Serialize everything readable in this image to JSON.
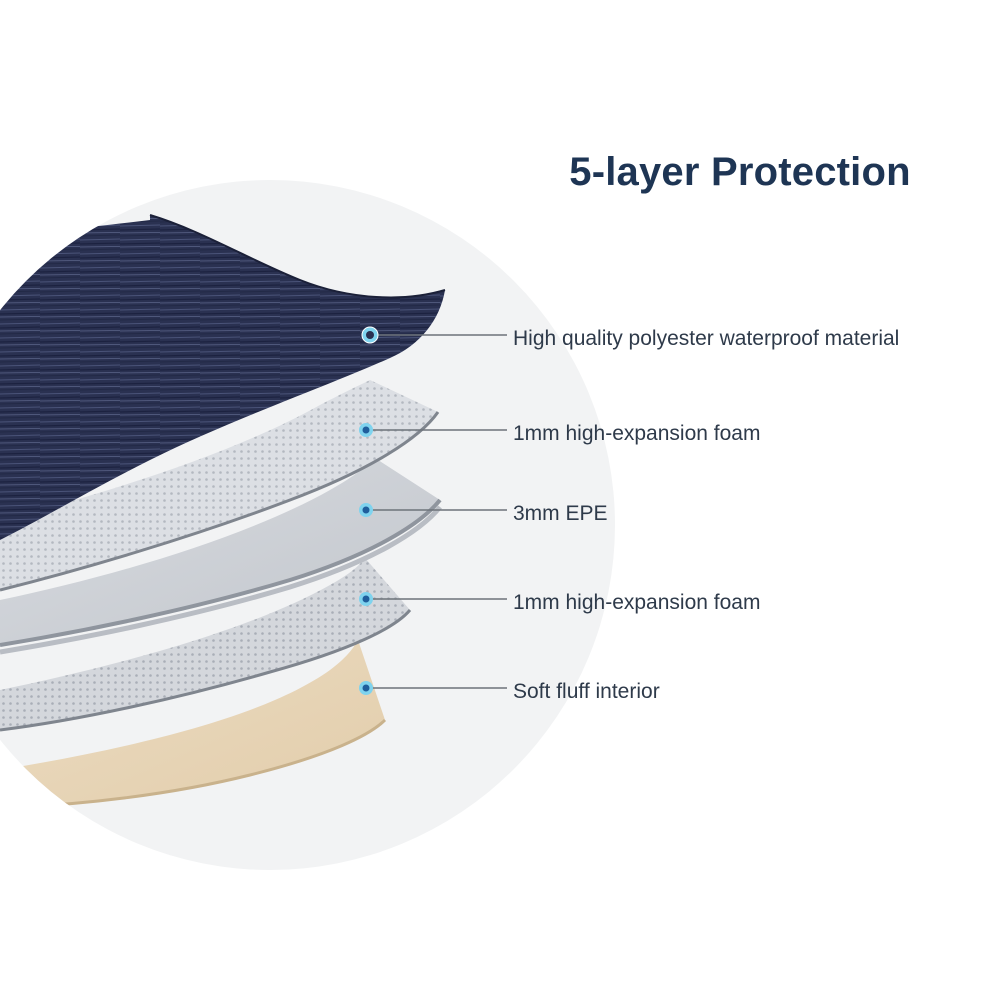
{
  "title": "5-layer Protection",
  "layers": [
    {
      "label": "High quality polyester waterproof material",
      "material": "polyester",
      "color": "#2a3151"
    },
    {
      "label": "1mm high-expansion foam",
      "material": "foam",
      "color": "#d6d9de"
    },
    {
      "label": "3mm EPE",
      "material": "epe",
      "color": "#c9ccd1"
    },
    {
      "label": "1mm high-expansion foam",
      "material": "foam",
      "color": "#d3d6db"
    },
    {
      "label": "Soft fluff interior",
      "material": "fluff",
      "color": "#e8d6ba"
    }
  ],
  "colors": {
    "title": "#1e3554",
    "marker_outer": "#7fd3ee",
    "marker_inner": "#1f5e9c",
    "leader_line": "#6d737a",
    "backdrop": "#f2f3f4"
  }
}
